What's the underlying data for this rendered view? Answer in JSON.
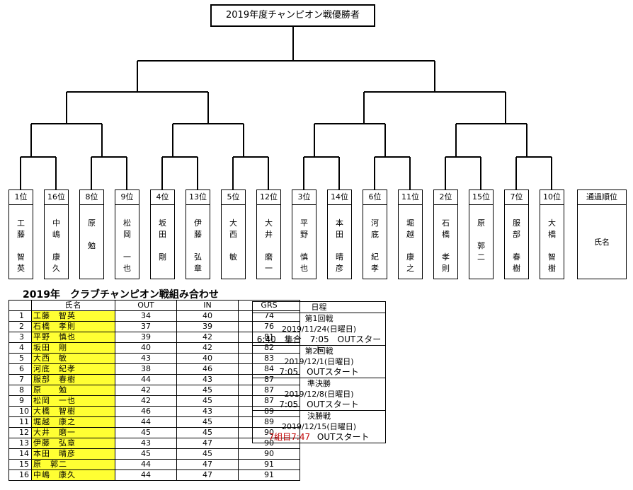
{
  "title": "2019年度チャンピオン戦優勝者",
  "bracket": [
    {
      "seed": "1位",
      "name": [
        "工",
        "藤",
        "",
        "智",
        "英"
      ]
    },
    {
      "seed": "16位",
      "name": [
        "中",
        "嶋",
        "",
        "康",
        "久"
      ]
    },
    {
      "seed": "8位",
      "name": [
        "原",
        "",
        "勉"
      ]
    },
    {
      "seed": "9位",
      "name": [
        "松",
        "岡",
        "",
        "一",
        "也"
      ]
    },
    {
      "seed": "4位",
      "name": [
        "坂",
        "田",
        "",
        "剛"
      ]
    },
    {
      "seed": "13位",
      "name": [
        "伊",
        "藤",
        "",
        "弘",
        "章"
      ]
    },
    {
      "seed": "5位",
      "name": [
        "大",
        "西",
        "",
        "敏"
      ]
    },
    {
      "seed": "12位",
      "name": [
        "大",
        "井",
        "",
        "磨",
        "一"
      ]
    },
    {
      "seed": "3位",
      "name": [
        "平",
        "野",
        "",
        "慎",
        "也"
      ]
    },
    {
      "seed": "14位",
      "name": [
        "本",
        "田",
        "",
        "晴",
        "彦"
      ]
    },
    {
      "seed": "6位",
      "name": [
        "河",
        "底",
        "",
        "紀",
        "孝"
      ]
    },
    {
      "seed": "11位",
      "name": [
        "堀",
        "越",
        "",
        "康",
        "之"
      ]
    },
    {
      "seed": "2位",
      "name": [
        "石",
        "橋",
        "",
        "孝",
        "則"
      ]
    },
    {
      "seed": "15位",
      "name": [
        "原",
        "",
        "郭",
        "二"
      ]
    },
    {
      "seed": "7位",
      "name": [
        "服",
        "部",
        "",
        "春",
        "樹"
      ]
    },
    {
      "seed": "10位",
      "name": [
        "大",
        "橋",
        "",
        "智",
        "樹"
      ]
    }
  ],
  "pass_order": {
    "header": "通過順位",
    "label": "氏名"
  },
  "combination": {
    "title": "2019年　クラブチャンピオン戦組み合わせ",
    "headers": [
      "",
      "氏名",
      "OUT",
      "IN",
      "GRS"
    ],
    "rows": [
      [
        "1",
        "工藤　智英",
        "34",
        "40",
        "74"
      ],
      [
        "2",
        "石橋　孝則",
        "37",
        "39",
        "76"
      ],
      [
        "3",
        "平野　慎也",
        "39",
        "42",
        "81"
      ],
      [
        "4",
        "坂田　剛",
        "40",
        "42",
        "82"
      ],
      [
        "5",
        "大西　敏",
        "43",
        "40",
        "83"
      ],
      [
        "6",
        "河底　紀孝",
        "38",
        "46",
        "84"
      ],
      [
        "7",
        "服部　春樹",
        "44",
        "43",
        "87"
      ],
      [
        "8",
        "原　　勉",
        "42",
        "45",
        "87"
      ],
      [
        "9",
        "松岡　一也",
        "42",
        "45",
        "87"
      ],
      [
        "10",
        "大橋　智樹",
        "46",
        "43",
        "89"
      ],
      [
        "11",
        "堀越　康之",
        "44",
        "45",
        "89"
      ],
      [
        "12",
        "大井　磨一",
        "45",
        "45",
        "90"
      ],
      [
        "13",
        "伊藤　弘章",
        "43",
        "47",
        "90"
      ],
      [
        "14",
        "本田　晴彦",
        "45",
        "45",
        "90"
      ],
      [
        "15",
        "原　郭二",
        "44",
        "47",
        "91"
      ],
      [
        "16",
        "中嶋　康久",
        "44",
        "47",
        "91"
      ]
    ]
  },
  "schedule": {
    "header": "日程",
    "blocks": [
      {
        "round": "第1回戦",
        "date": "2019/11/24(日曜日)",
        "time": "6:40　集合　7:05　OUTスタート"
      },
      {
        "round": "第2回戦",
        "date": "2019/12/1(日曜日)",
        "time": "7:05　OUTスタート"
      },
      {
        "round": "準決勝",
        "date": "2019/12/8(日曜日)",
        "time": "7:05　OUTスタート"
      },
      {
        "round": "決勝戦",
        "date": "2019/12/15(日曜日)",
        "time_red": "7組目7:47",
        "time": "OUTスタート"
      }
    ]
  }
}
